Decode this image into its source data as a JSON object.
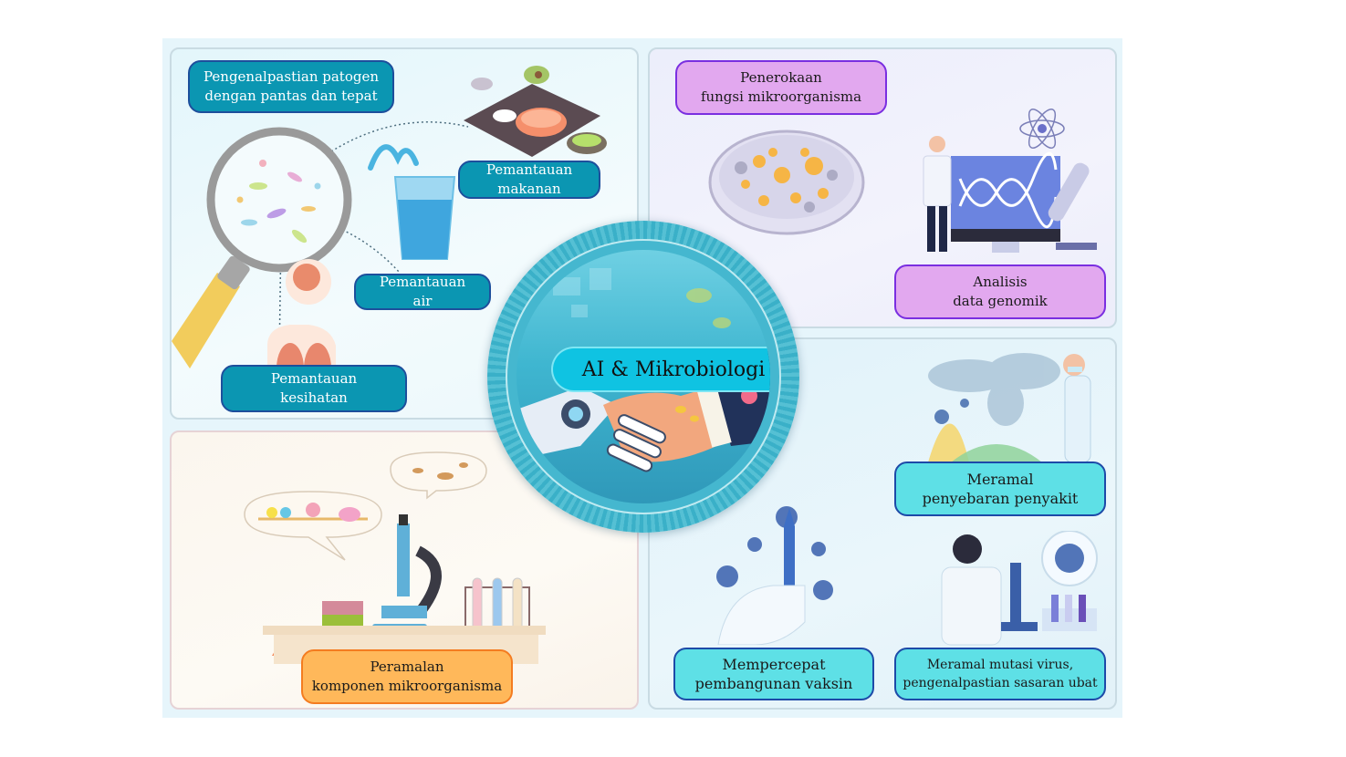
{
  "title": "AI & Mikrobiologi",
  "colors": {
    "teal_label": "#0b96b2",
    "violet_label": "#e2a8ef",
    "cyan_label": "#5ee0e6",
    "orange_label": "#ffb85a",
    "badge": "#3ab0c8"
  },
  "panels": {
    "pathogen_identification": {
      "heading": "Pengenalpastian patogen\ndengan pantas dan tepat",
      "labels": {
        "food": "Pemantauan\nmakanan",
        "water": "Pemantauan\nair",
        "health": "Pemantauan\nkesihatan"
      }
    },
    "microbe_function": {
      "labels": {
        "explore": "Penerokaan\nfungsi mikroorganisma",
        "genomic": "Analisis\ndata genomik"
      }
    },
    "components": {
      "labels": {
        "predict": "Peramalan\nkomponen mikroorganisma"
      }
    },
    "disease_vaccine": {
      "labels": {
        "spread": "Meramal\npenyebaran penyakit",
        "vaccine": "Mempercepat\npembangunan vaksin",
        "mutation": "Meramal mutasi virus,\npengenalpastian sasaran ubat"
      }
    }
  }
}
